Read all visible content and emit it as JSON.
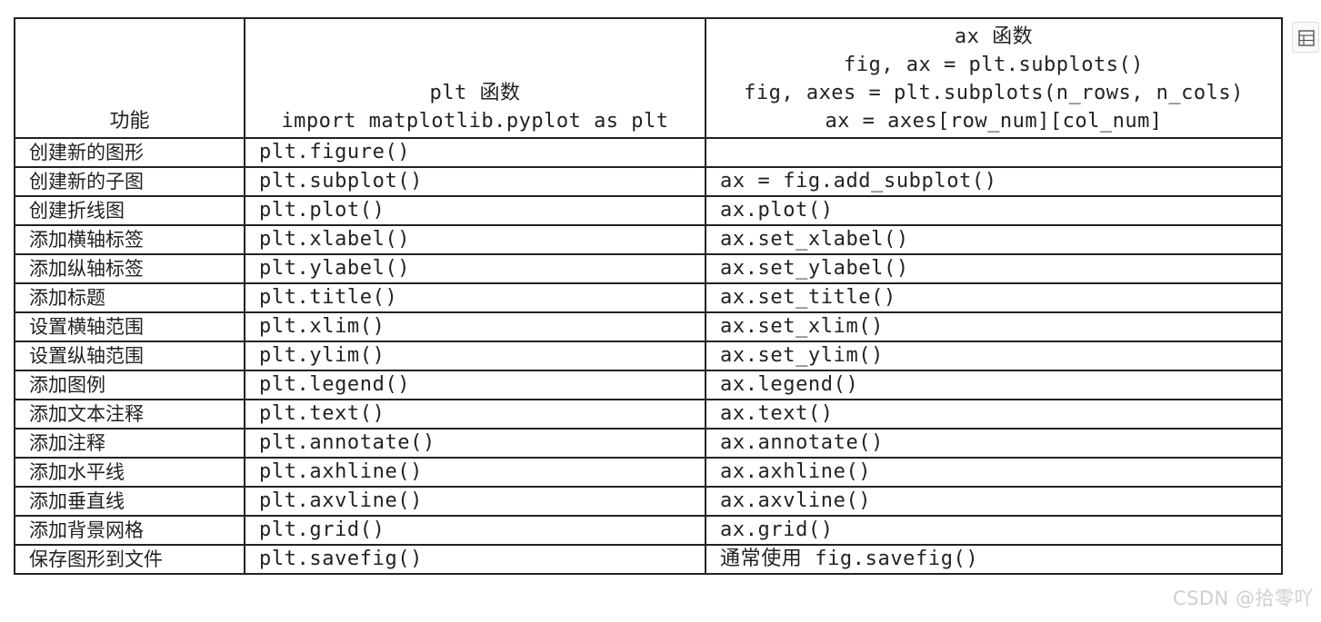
{
  "table": {
    "header": {
      "func": "功能",
      "plt_lines": [
        "plt 函数",
        "import matplotlib.pyplot as plt"
      ],
      "ax_lines": [
        "ax 函数",
        "fig, ax = plt.subplots()",
        "fig, axes = plt.subplots(n_rows, n_cols)",
        "ax = axes[row_num][col_num]"
      ]
    },
    "rows": [
      {
        "func": "创建新的图形",
        "plt": "plt.figure()",
        "ax": ""
      },
      {
        "func": "创建新的子图",
        "plt": "plt.subplot()",
        "ax": "ax = fig.add_subplot()"
      },
      {
        "func": "创建折线图",
        "plt": "plt.plot()",
        "ax": "ax.plot()"
      },
      {
        "func": "添加横轴标签",
        "plt": "plt.xlabel()",
        "ax": "ax.set_xlabel()"
      },
      {
        "func": "添加纵轴标签",
        "plt": "plt.ylabel()",
        "ax": "ax.set_ylabel()"
      },
      {
        "func": "添加标题",
        "plt": "plt.title()",
        "ax": "ax.set_title()"
      },
      {
        "func": "设置横轴范围",
        "plt": "plt.xlim()",
        "ax": "ax.set_xlim()"
      },
      {
        "func": "设置纵轴范围",
        "plt": "plt.ylim()",
        "ax": "ax.set_ylim()"
      },
      {
        "func": "添加图例",
        "plt": "plt.legend()",
        "ax": "ax.legend()"
      },
      {
        "func": "添加文本注释",
        "plt": "plt.text()",
        "ax": "ax.text()"
      },
      {
        "func": "添加注释",
        "plt": "plt.annotate()",
        "ax": "ax.annotate()"
      },
      {
        "func": "添加水平线",
        "plt": "plt.axhline()",
        "ax": "ax.axhline()"
      },
      {
        "func": "添加垂直线",
        "plt": "plt.axvline()",
        "ax": "ax.axvline()"
      },
      {
        "func": "添加背景网格",
        "plt": "plt.grid()",
        "ax": "ax.grid()"
      },
      {
        "func": "保存图形到文件",
        "plt": "plt.savefig()",
        "ax": "通常使用 fig.savefig()"
      }
    ]
  },
  "side_tool": {
    "icon": "table-image-icon"
  },
  "watermark": "CSDN @拾零吖"
}
